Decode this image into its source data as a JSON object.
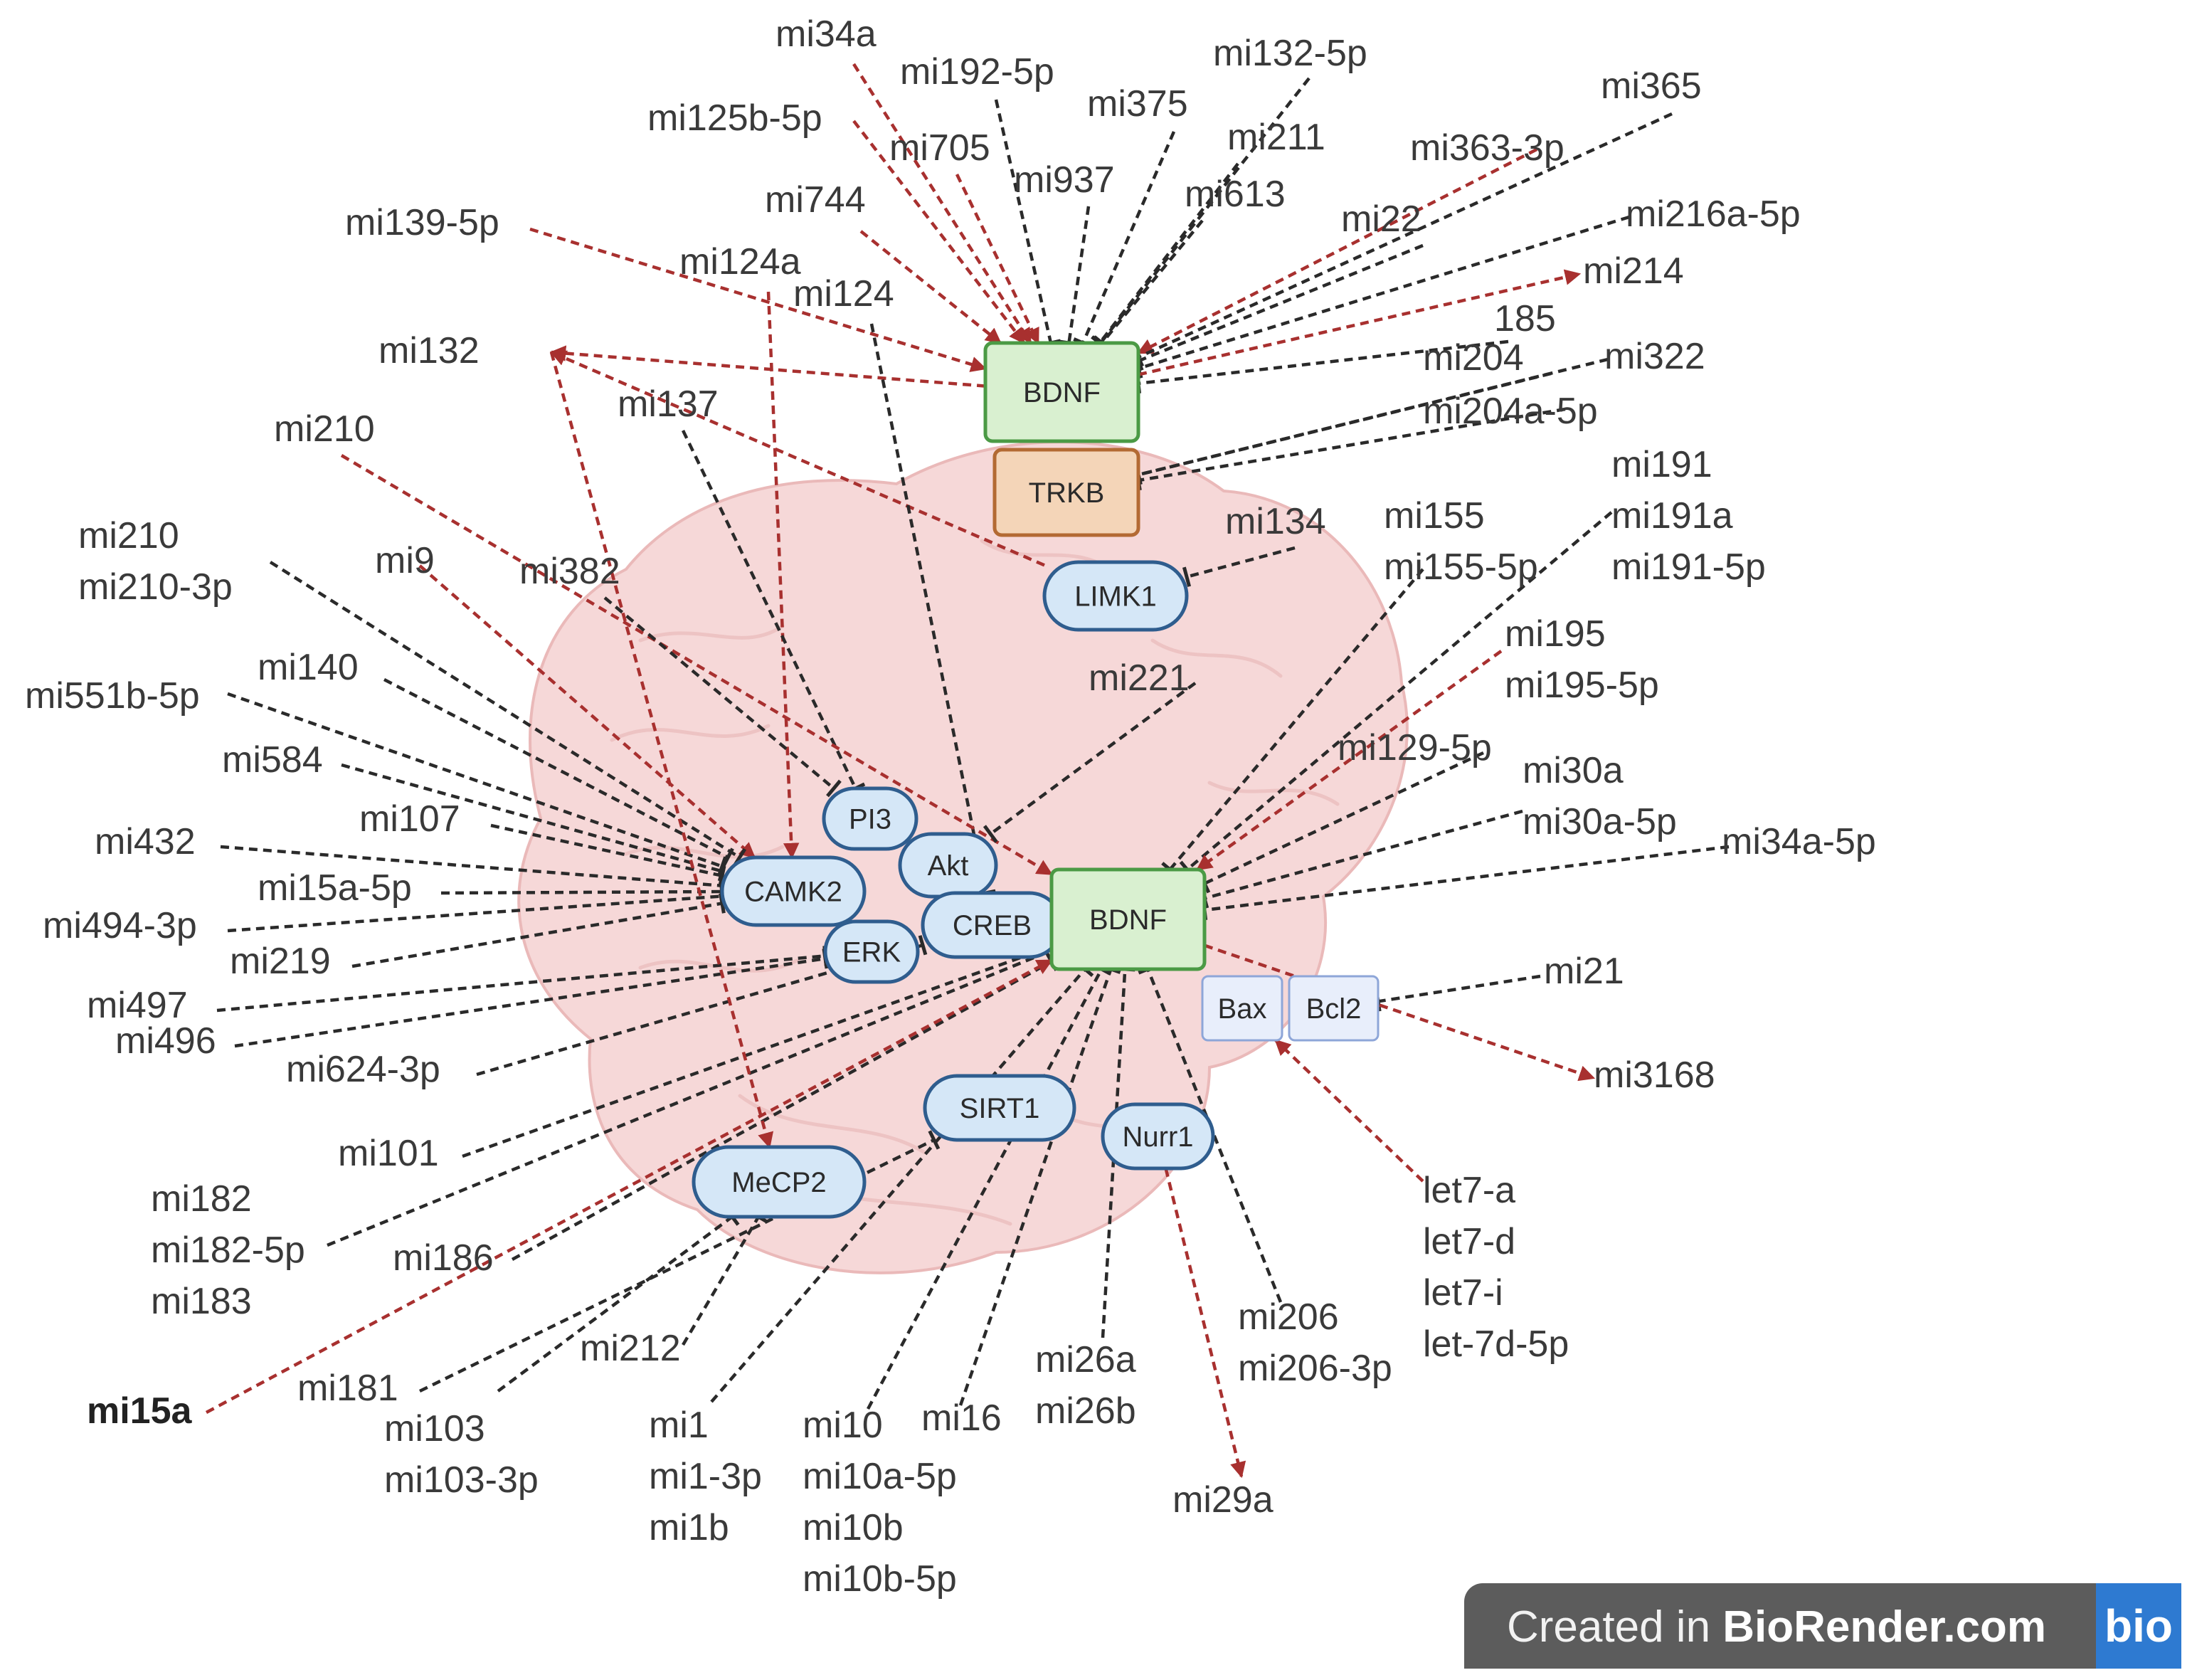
{
  "colors": {
    "inhibit": "#2a2a2a",
    "activate": "#a8302f",
    "bdnf_fill": "#d9f0d0",
    "bdnf_stroke": "#4b9a45",
    "trkb_fill": "#f4d5b8",
    "trkb_stroke": "#b36a33",
    "protein_fill": "#d5e7f7",
    "protein_stroke": "#2f5d8e"
  },
  "nodes": [
    {
      "id": "bdnf_top",
      "label": "BDNF",
      "type": "bdnf"
    },
    {
      "id": "trkb",
      "label": "TRKB",
      "type": "trkb"
    },
    {
      "id": "limk1",
      "label": "LIMK1",
      "type": "protein"
    },
    {
      "id": "pi3",
      "label": "PI3",
      "type": "protein"
    },
    {
      "id": "akt",
      "label": "Akt",
      "type": "protein"
    },
    {
      "id": "camk2",
      "label": "CAMK2",
      "type": "protein"
    },
    {
      "id": "creb",
      "label": "CREB",
      "type": "protein"
    },
    {
      "id": "erk",
      "label": "ERK",
      "type": "protein"
    },
    {
      "id": "bdnf_center",
      "label": "BDNF",
      "type": "bdnf"
    },
    {
      "id": "bax",
      "label": "Bax",
      "type": "small"
    },
    {
      "id": "bcl2",
      "label": "Bcl2",
      "type": "small"
    },
    {
      "id": "sirt1",
      "label": "SIRT1",
      "type": "protein"
    },
    {
      "id": "nurr1",
      "label": "Nurr1",
      "type": "protein"
    },
    {
      "id": "mecp2",
      "label": "MeCP2",
      "type": "protein"
    }
  ],
  "mirna_labels": [
    {
      "id": "mi34a",
      "lines": [
        "mi34a"
      ]
    },
    {
      "id": "mi192",
      "lines": [
        "mi192-5p"
      ]
    },
    {
      "id": "mi132_5p",
      "lines": [
        "mi132-5p"
      ]
    },
    {
      "id": "mi125b",
      "lines": [
        "mi125b-5p"
      ]
    },
    {
      "id": "mi375",
      "lines": [
        "mi375"
      ]
    },
    {
      "id": "mi365",
      "lines": [
        "mi365"
      ]
    },
    {
      "id": "mi705",
      "lines": [
        "mi705"
      ]
    },
    {
      "id": "mi211",
      "lines": [
        "mi211"
      ]
    },
    {
      "id": "mi363",
      "lines": [
        "mi363-3p"
      ]
    },
    {
      "id": "mi937",
      "lines": [
        "mi937"
      ]
    },
    {
      "id": "mi744",
      "lines": [
        "mi744"
      ]
    },
    {
      "id": "mi613",
      "lines": [
        "mi613"
      ]
    },
    {
      "id": "mi139",
      "lines": [
        "mi139-5p"
      ]
    },
    {
      "id": "mi22",
      "lines": [
        "mi22"
      ]
    },
    {
      "id": "mi216a",
      "lines": [
        "mi216a-5p"
      ]
    },
    {
      "id": "mi124a",
      "lines": [
        "mi124a"
      ]
    },
    {
      "id": "mi214",
      "lines": [
        "mi214"
      ]
    },
    {
      "id": "mi124",
      "lines": [
        "mi124"
      ]
    },
    {
      "id": "mi185",
      "lines": [
        "185"
      ]
    },
    {
      "id": "mi132",
      "lines": [
        "mi132"
      ]
    },
    {
      "id": "mi204",
      "lines": [
        "mi204"
      ]
    },
    {
      "id": "mi322",
      "lines": [
        "mi322"
      ]
    },
    {
      "id": "mi137",
      "lines": [
        "mi137"
      ]
    },
    {
      "id": "mi204a",
      "lines": [
        "mi204a-5p"
      ]
    },
    {
      "id": "mi210a",
      "lines": [
        "mi210"
      ]
    },
    {
      "id": "mi191",
      "lines": [
        "mi191",
        "mi191a",
        "mi191-5p"
      ]
    },
    {
      "id": "mi134",
      "lines": [
        "mi134"
      ]
    },
    {
      "id": "mi155",
      "lines": [
        "mi155",
        "mi155-5p"
      ]
    },
    {
      "id": "mi210b",
      "lines": [
        "mi210",
        "mi210-3p"
      ]
    },
    {
      "id": "mi9",
      "lines": [
        "mi9"
      ]
    },
    {
      "id": "mi382",
      "lines": [
        "mi382"
      ]
    },
    {
      "id": "mi195",
      "lines": [
        "mi195",
        "mi195-5p"
      ]
    },
    {
      "id": "mi221",
      "lines": [
        "mi221"
      ]
    },
    {
      "id": "mi140",
      "lines": [
        "mi140"
      ]
    },
    {
      "id": "mi551b",
      "lines": [
        "mi551b-5p"
      ]
    },
    {
      "id": "mi129",
      "lines": [
        "mi129-5p"
      ]
    },
    {
      "id": "mi30a",
      "lines": [
        "mi30a",
        "mi30a-5p"
      ]
    },
    {
      "id": "mi584",
      "lines": [
        "mi584"
      ]
    },
    {
      "id": "mi34a5p",
      "lines": [
        "mi34a-5p"
      ]
    },
    {
      "id": "mi107",
      "lines": [
        "mi107"
      ]
    },
    {
      "id": "mi432",
      "lines": [
        "mi432"
      ]
    },
    {
      "id": "mi15a5p",
      "lines": [
        "mi15a-5p"
      ]
    },
    {
      "id": "mi494",
      "lines": [
        "mi494-3p"
      ]
    },
    {
      "id": "mi219",
      "lines": [
        "mi219"
      ]
    },
    {
      "id": "mi21",
      "lines": [
        "mi21"
      ]
    },
    {
      "id": "mi497",
      "lines": [
        "mi497"
      ]
    },
    {
      "id": "mi496",
      "lines": [
        "mi496"
      ]
    },
    {
      "id": "mi624",
      "lines": [
        "mi624-3p"
      ]
    },
    {
      "id": "mi3168",
      "lines": [
        "mi3168"
      ]
    },
    {
      "id": "mi101",
      "lines": [
        "mi101"
      ]
    },
    {
      "id": "let7",
      "lines": [
        "let7-a",
        "let7-d",
        "let7-i",
        "let-7d-5p"
      ]
    },
    {
      "id": "mi182",
      "lines": [
        "mi182",
        "mi182-5p",
        "mi183"
      ]
    },
    {
      "id": "mi186",
      "lines": [
        "mi186"
      ]
    },
    {
      "id": "mi206",
      "lines": [
        "mi206",
        "mi206-3p"
      ]
    },
    {
      "id": "mi212",
      "lines": [
        "mi212"
      ]
    },
    {
      "id": "mi26a",
      "lines": [
        "mi26a",
        "mi26b"
      ]
    },
    {
      "id": "mi181",
      "lines": [
        "mi181"
      ]
    },
    {
      "id": "mi15a",
      "lines": [
        "mi15a"
      ],
      "bold": true
    },
    {
      "id": "mi103",
      "lines": [
        "mi103",
        "mi103-3p"
      ]
    },
    {
      "id": "mi1",
      "lines": [
        "mi1",
        "mi1-3p",
        "mi1b"
      ]
    },
    {
      "id": "mi10",
      "lines": [
        "mi10",
        "mi10a-5p",
        "mi10b",
        "mi10b-5p"
      ]
    },
    {
      "id": "mi16",
      "lines": [
        "mi16"
      ]
    },
    {
      "id": "mi29a",
      "lines": [
        "mi29a"
      ]
    }
  ],
  "edges": [
    {
      "from": "mi34a",
      "to": "bdnf_top",
      "kind": "activate"
    },
    {
      "from": "mi192",
      "to": "bdnf_top",
      "kind": "inhibit"
    },
    {
      "from": "mi125b",
      "to": "bdnf_top",
      "kind": "activate"
    },
    {
      "from": "mi705",
      "to": "bdnf_top",
      "kind": "activate"
    },
    {
      "from": "mi744",
      "to": "bdnf_top",
      "kind": "activate"
    },
    {
      "from": "mi937",
      "to": "bdnf_top",
      "kind": "inhibit"
    },
    {
      "from": "mi375",
      "to": "bdnf_top",
      "kind": "inhibit"
    },
    {
      "from": "mi132_5p",
      "to": "bdnf_top",
      "kind": "inhibit"
    },
    {
      "from": "mi211",
      "to": "bdnf_top",
      "kind": "inhibit"
    },
    {
      "from": "mi613",
      "to": "bdnf_top",
      "kind": "inhibit"
    },
    {
      "from": "mi363",
      "to": "bdnf_top",
      "kind": "activate"
    },
    {
      "from": "mi365",
      "to": "bdnf_top",
      "kind": "inhibit"
    },
    {
      "from": "mi22",
      "to": "bdnf_top",
      "kind": "inhibit"
    },
    {
      "from": "mi216a",
      "to": "bdnf_top",
      "kind": "inhibit"
    },
    {
      "from": "bdnf_top",
      "to": "mi214",
      "kind": "activate"
    },
    {
      "from": "mi185",
      "to": "bdnf_top",
      "kind": "inhibit"
    },
    {
      "from": "mi204",
      "to": "trkb",
      "kind": "inhibit"
    },
    {
      "from": "mi322",
      "to": "trkb",
      "kind": "inhibit"
    },
    {
      "from": "mi204a",
      "to": "trkb",
      "kind": "inhibit"
    },
    {
      "from": "mi139",
      "to": "bdnf_top",
      "kind": "activate"
    },
    {
      "from": "bdnf_top",
      "to": "mi132",
      "kind": "activate"
    },
    {
      "from": "limk1",
      "to": "mi132",
      "kind": "activate"
    },
    {
      "from": "mi134",
      "to": "limk1",
      "kind": "inhibit"
    },
    {
      "from": "mi124a",
      "to": "camk2",
      "kind": "activate"
    },
    {
      "from": "mi124",
      "to": "creb",
      "kind": "inhibit"
    },
    {
      "from": "mi137",
      "to": "pi3",
      "kind": "inhibit"
    },
    {
      "from": "mi210a",
      "to": "bdnf_center",
      "kind": "activate"
    },
    {
      "from": "mi9",
      "to": "camk2",
      "kind": "activate"
    },
    {
      "from": "mi382",
      "to": "pi3",
      "kind": "inhibit"
    },
    {
      "from": "mi155",
      "to": "bdnf_center",
      "kind": "inhibit"
    },
    {
      "from": "mi191",
      "to": "bdnf_center",
      "kind": "inhibit"
    },
    {
      "from": "mi195",
      "to": "bdnf_center",
      "kind": "activate"
    },
    {
      "from": "mi221",
      "to": "akt",
      "kind": "inhibit"
    },
    {
      "from": "mi129",
      "to": "bdnf_center",
      "kind": "inhibit"
    },
    {
      "from": "mi30a",
      "to": "bdnf_center",
      "kind": "inhibit"
    },
    {
      "from": "mi34a5p",
      "to": "bdnf_center",
      "kind": "inhibit"
    },
    {
      "from": "mi21",
      "to": "bcl2",
      "kind": "inhibit"
    },
    {
      "from": "bdnf_center",
      "to": "mi3168",
      "kind": "activate"
    },
    {
      "from": "let7",
      "to": "bax",
      "kind": "activate"
    },
    {
      "from": "mi206",
      "to": "bdnf_center",
      "kind": "inhibit"
    },
    {
      "from": "mi26a",
      "to": "bdnf_center",
      "kind": "inhibit"
    },
    {
      "from": "nurr1",
      "to": "mi29a",
      "kind": "activate"
    },
    {
      "from": "mi210b",
      "to": "camk2",
      "kind": "inhibit"
    },
    {
      "from": "mi140",
      "to": "camk2",
      "kind": "inhibit"
    },
    {
      "from": "mi551b",
      "to": "camk2",
      "kind": "inhibit"
    },
    {
      "from": "mi584",
      "to": "camk2",
      "kind": "inhibit"
    },
    {
      "from": "mi107",
      "to": "camk2",
      "kind": "inhibit"
    },
    {
      "from": "mi432",
      "to": "camk2",
      "kind": "inhibit"
    },
    {
      "from": "mi15a5p",
      "to": "camk2",
      "kind": "inhibit"
    },
    {
      "from": "mi494",
      "to": "camk2",
      "kind": "inhibit"
    },
    {
      "from": "mi219",
      "to": "camk2",
      "kind": "inhibit"
    },
    {
      "from": "mi497",
      "to": "erk",
      "kind": "inhibit"
    },
    {
      "from": "mi496",
      "to": "erk",
      "kind": "inhibit"
    },
    {
      "from": "mi624",
      "to": "creb",
      "kind": "inhibit"
    },
    {
      "from": "mi101",
      "to": "bdnf_center",
      "kind": "inhibit"
    },
    {
      "from": "mi182",
      "to": "bdnf_center",
      "kind": "inhibit"
    },
    {
      "from": "mi186",
      "to": "bdnf_center",
      "kind": "inhibit"
    },
    {
      "from": "mi15a",
      "to": "bdnf_center",
      "kind": "activate"
    },
    {
      "from": "mi181",
      "to": "sirt1",
      "kind": "inhibit"
    },
    {
      "from": "mi212",
      "to": "mecp2",
      "kind": "inhibit"
    },
    {
      "from": "mi103",
      "to": "mecp2",
      "kind": "inhibit"
    },
    {
      "from": "mi1",
      "to": "bdnf_center",
      "kind": "inhibit"
    },
    {
      "from": "mi10",
      "to": "bdnf_center",
      "kind": "inhibit"
    },
    {
      "from": "mi16",
      "to": "bdnf_center",
      "kind": "inhibit"
    },
    {
      "from": "mi132",
      "to": "mecp2",
      "kind": "activate"
    }
  ],
  "badge": {
    "prefix": "Created in ",
    "brand": "BioRender.com",
    "logo": "bio"
  }
}
